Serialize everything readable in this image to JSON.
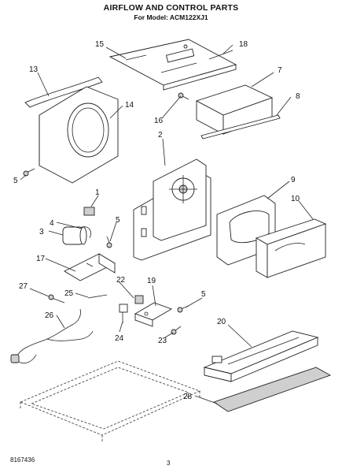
{
  "header": {
    "title": "AIRFLOW AND CONTROL PARTS",
    "subtitle": "For Model: ACM122XJ1"
  },
  "footer": {
    "doc_number": "8167436",
    "page_number": "3"
  },
  "callouts": {
    "c15": "15",
    "c18": "18",
    "c13": "13",
    "c7": "7",
    "c14": "14",
    "c8": "8",
    "c16": "16",
    "c2": "2",
    "c5a": "5",
    "c1": "1",
    "c9": "9",
    "c4": "4",
    "c5b": "5",
    "c10": "10",
    "c3": "3",
    "c17": "17",
    "c27": "27",
    "c22": "22",
    "c19": "19",
    "c25": "25",
    "c5c": "5",
    "c26": "26",
    "c24": "24",
    "c23": "23",
    "c20": "20",
    "c28": "28"
  }
}
